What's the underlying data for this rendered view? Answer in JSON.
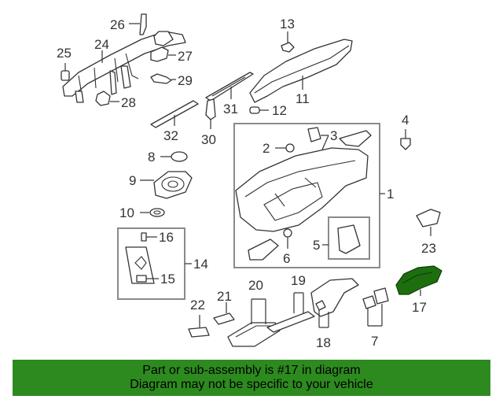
{
  "callouts": {
    "c1": "1",
    "c2": "2",
    "c3": "3",
    "c4": "4",
    "c5": "5",
    "c6": "6",
    "c7": "7",
    "c8": "8",
    "c9": "9",
    "c10": "10",
    "c11": "11",
    "c12": "12",
    "c13": "13",
    "c14": "14",
    "c15": "15",
    "c16": "16",
    "c17": "17",
    "c18": "18",
    "c19": "19",
    "c20": "20",
    "c21": "21",
    "c22": "22",
    "c23": "23",
    "c24": "24",
    "c25": "25",
    "c26": "26",
    "c27": "27",
    "c28": "28",
    "c29": "29",
    "c30": "30",
    "c31": "31",
    "c32": "32"
  },
  "banner": {
    "line1": "Part or sub-assembly is #17 in diagram",
    "line2": "Diagram may not be specific to your vehicle"
  },
  "colors": {
    "banner_background": "#2d8a1f",
    "highlight_part": "#1e6e10"
  }
}
